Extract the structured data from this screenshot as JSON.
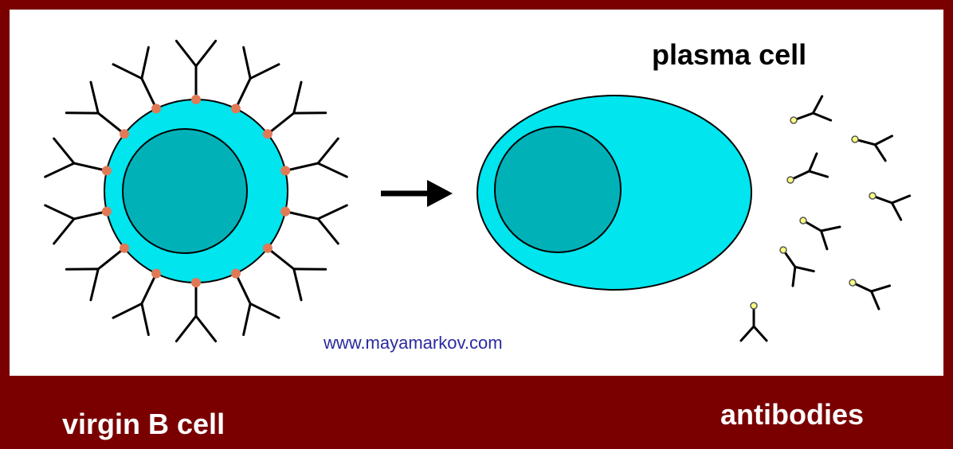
{
  "labels": {
    "plasma_cell": "plasma cell",
    "website": "www.mayamarkov.com",
    "virgin_b_cell": "virgin B cell",
    "antibodies": "antibodies"
  },
  "colors": {
    "frame": "#7a0000",
    "cytoplasm": "#00e5ee",
    "nucleus": "#00b2b8",
    "receptor_base": "#e07a56",
    "antibody_tip": "#ffff80",
    "credit_text": "#2a2aa0"
  }
}
